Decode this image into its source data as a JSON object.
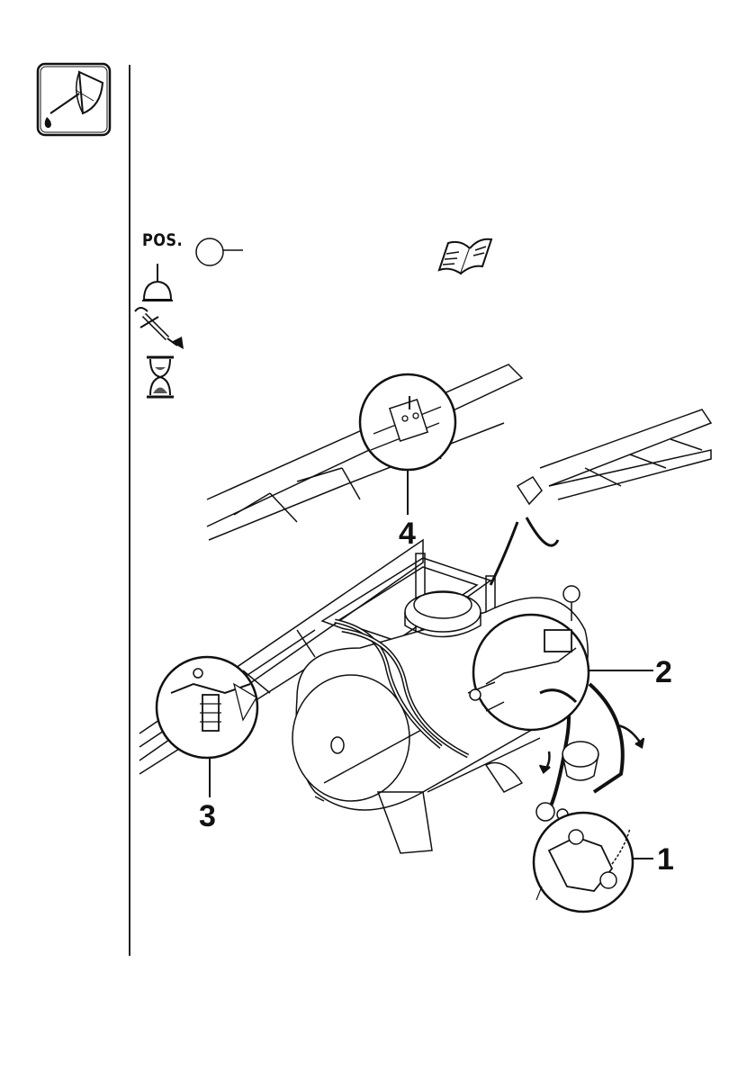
{
  "legend": {
    "pos_label": "POS."
  },
  "callouts": [
    {
      "id": "callout-1",
      "label": "1"
    },
    {
      "id": "callout-2",
      "label": "2"
    },
    {
      "id": "callout-3",
      "label": "3"
    },
    {
      "id": "callout-4",
      "label": "4"
    }
  ],
  "icons": {
    "section": "oil-can-icon",
    "oil": "oil-can-small-icon",
    "grease": "grease-gun-icon",
    "interval": "hourglass-icon",
    "manual": "open-book-icon"
  }
}
